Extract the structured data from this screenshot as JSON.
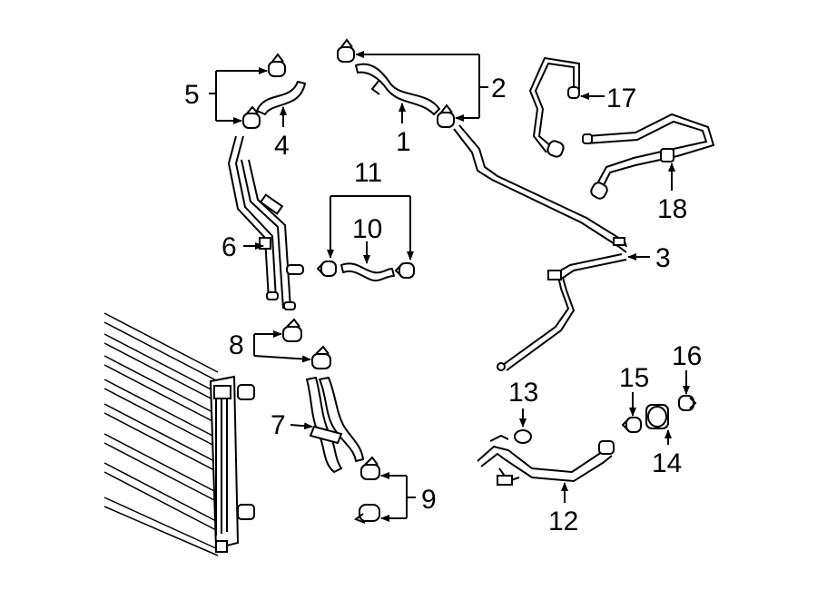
{
  "diagram": {
    "callouts": {
      "c1": "1",
      "c2": "2",
      "c3": "3",
      "c4": "4",
      "c5": "5",
      "c6": "6",
      "c7": "7",
      "c8": "8",
      "c9": "9",
      "c10": "10",
      "c11": "11",
      "c12": "12",
      "c13": "13",
      "c14": "14",
      "c15": "15",
      "c16": "16",
      "c17": "17",
      "c18": "18"
    }
  }
}
